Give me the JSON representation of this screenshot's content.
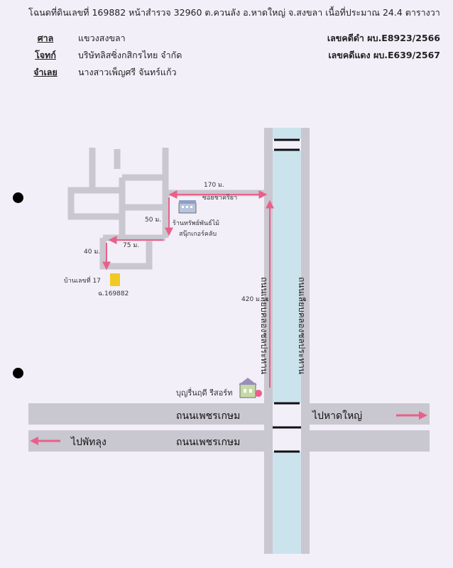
{
  "header": {
    "deed_line": "โฉนดที่ดินเลขที่ 169882 หน้าสำรวจ 32960 ต.ควนลัง อ.หาดใหญ่  จ.สงขลา  เนื้อที่ประมาณ 24.4  ตารางวา"
  },
  "info": {
    "court_label": "ศาล",
    "court_value": "แขวงสงขลา",
    "plaintiff_label": "โจทก์",
    "plaintiff_value": "บริษัทลิสซิ่งกสิกรไทย จำกัด",
    "defendant_label": "จำเลย",
    "defendant_value": "นางสาวเพ็ญศรี  จันทร์แก้ว",
    "black_case": "เลขคดีดำ ผบ.E8923/2566",
    "red_case": "เลขคดีแดง ผบ.E639/2567"
  },
  "map": {
    "dist_170": "170 ม.",
    "dist_50": "50 ม.",
    "dist_75": "75 ม.",
    "dist_40": "40 ม.",
    "dist_420": "420 ม.",
    "soi_label": "ซอยชาคริยา",
    "shop_label_1": "ร้านทรัพย์พันธ์ไม้",
    "shop_label_2": "สนุ๊กเกอร์คลับ",
    "house_label": "บ้านเลขที่ 17",
    "deed_label": "ฉ.169882",
    "canal_road_label": "ถนนเลียบคลองชลประทาน",
    "resort_label": "บุญรื่นฤดี รีสอร์ท",
    "highway_upper": "ถนนเพชรเกษม",
    "highway_lower": "ถนนเพชรเกษม",
    "to_hatyai": "ไปหาดใหญ่",
    "to_phatthalung": "ไปพัทลุง",
    "arrow_color": "#e8608a",
    "road_color": "#c9c7cf",
    "canal_color": "#cbe3ec"
  }
}
